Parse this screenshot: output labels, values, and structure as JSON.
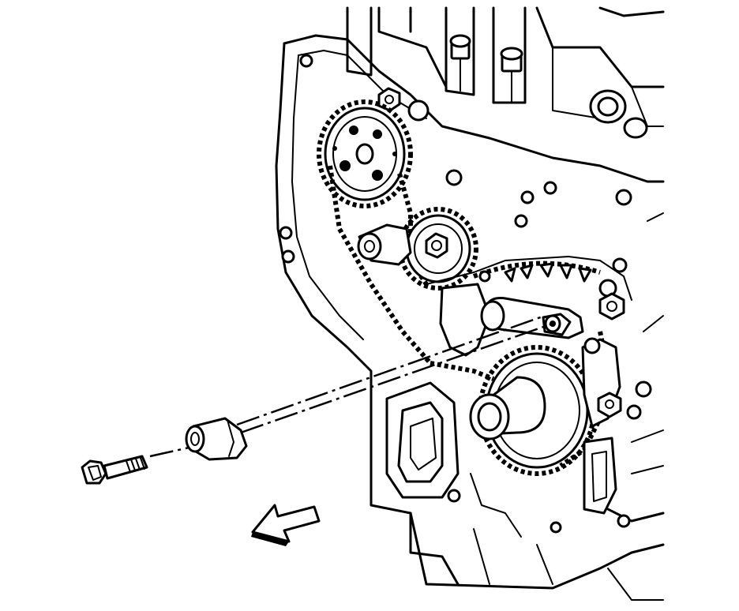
{
  "diagram": {
    "type": "technical-line-illustration",
    "colors": {
      "stroke": "#000000",
      "background": "#ffffff"
    },
    "components": [
      "engine-block-front",
      "timing-cover-gasket-surface",
      "camshaft-sprocket",
      "idler-sprocket",
      "crankshaft-sprocket",
      "timing-chain",
      "timing-chain-tensioner-guide",
      "guide-bolt",
      "guide-pivot-sleeve",
      "removal-direction-arrow"
    ]
  }
}
